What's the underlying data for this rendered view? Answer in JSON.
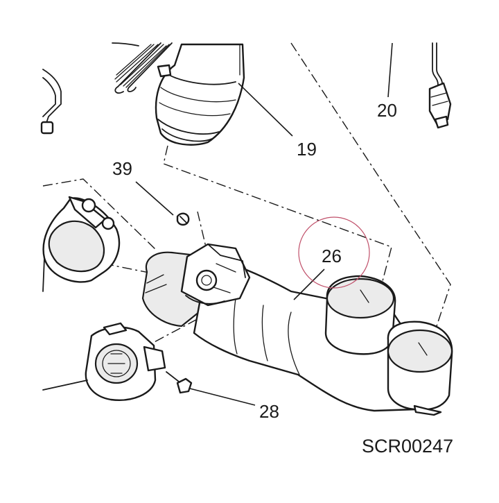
{
  "labels": {
    "part_19": "19",
    "part_20": "20",
    "part_26": "26",
    "part_28": "28",
    "part_39": "39"
  },
  "drawing_code": "SCR00247",
  "highlight_color": "#c0506a",
  "line_color": "#1a1a1a"
}
